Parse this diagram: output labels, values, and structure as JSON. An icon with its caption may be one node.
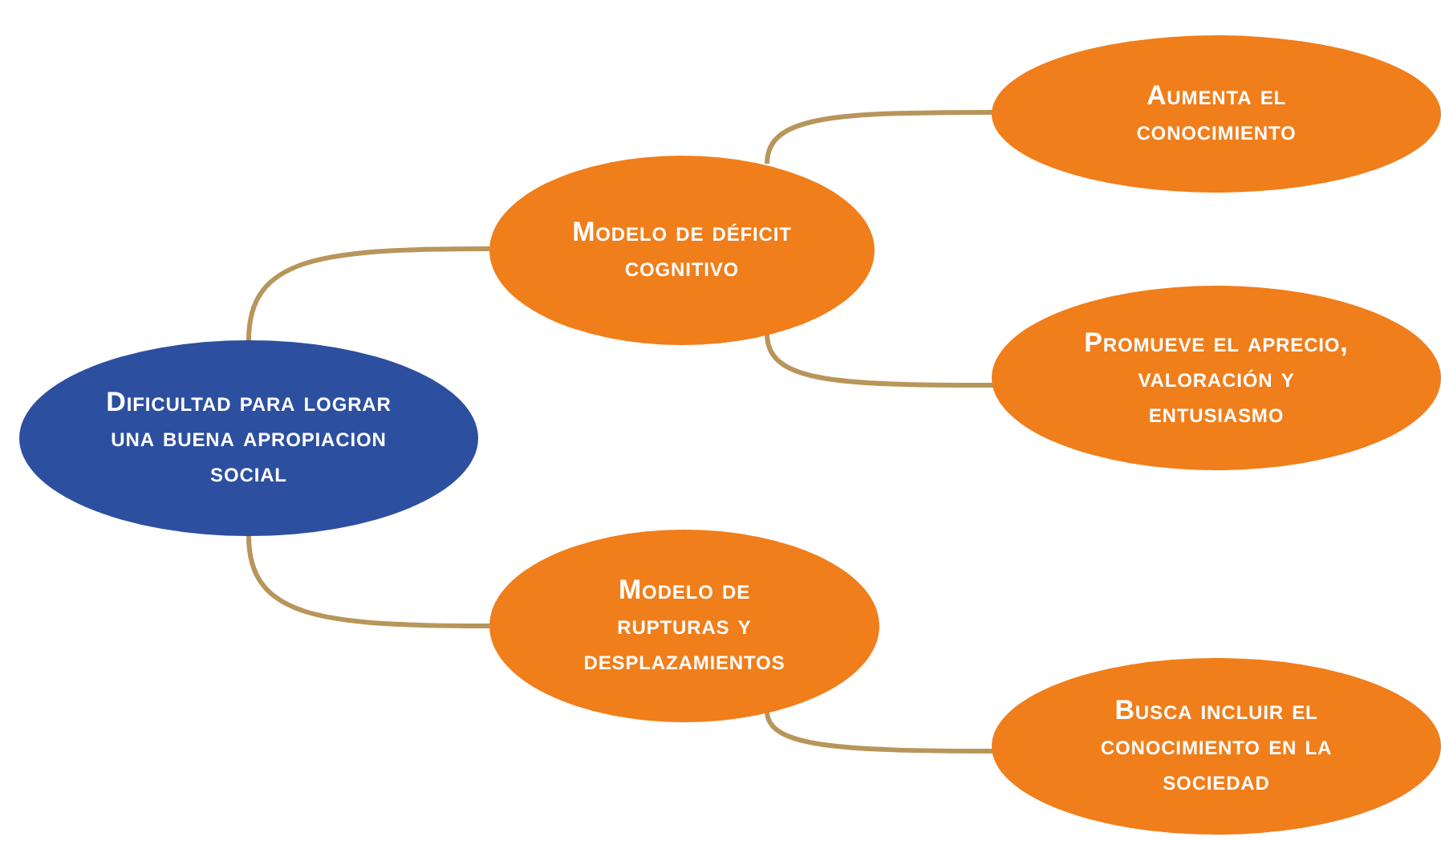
{
  "diagram": {
    "nodes": [
      {
        "text": [
          "Dificultad para lograr una buena apropiacion social"
        ]
      },
      {
        "text": [
          "Modelo de déficit cognitivo"
        ]
      },
      {
        "text": [
          "Aumenta el conocimiento"
        ]
      },
      {
        "text": [
          "Promueve el aprecio, valoración y entusiasmo"
        ]
      },
      {
        "text": [
          "Modelo de rupturas y desplazamientos"
        ]
      },
      {
        "text": [
          "Busca incluir el conocimiento en la sociedad"
        ]
      }
    ],
    "edges": [
      {
        "from": 0,
        "to": 1,
        "arrow": "none"
      },
      {
        "from": 0,
        "to": 4,
        "arrow": "none"
      },
      {
        "from": 1,
        "to": 2,
        "arrow": "none"
      },
      {
        "from": 1,
        "to": 3,
        "arrow": "none"
      },
      {
        "from": 4,
        "to": 5,
        "arrow": "none"
      }
    ]
  }
}
